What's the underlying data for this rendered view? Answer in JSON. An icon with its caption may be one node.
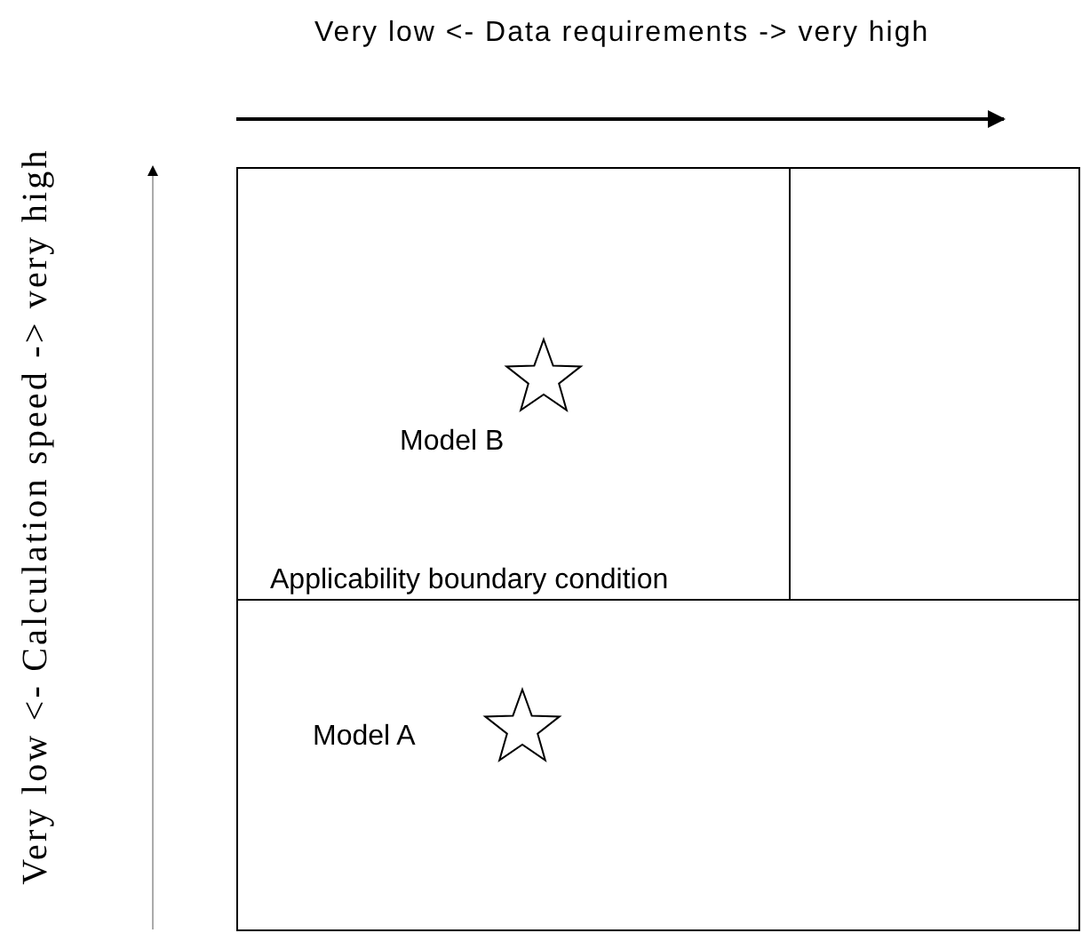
{
  "diagram": {
    "labels": [
      "Very low <- Data requirements -> very high",
      "Very low <- Calculation speed -> very high",
      "Model B",
      "Applicability boundary condition",
      "Model A"
    ]
  }
}
